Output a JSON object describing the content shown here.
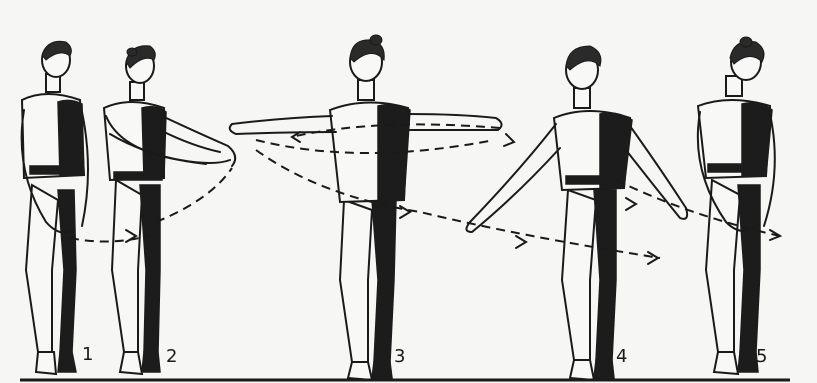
{
  "figure": {
    "step_labels": [
      "1",
      "2",
      "3",
      "4",
      "5"
    ]
  }
}
